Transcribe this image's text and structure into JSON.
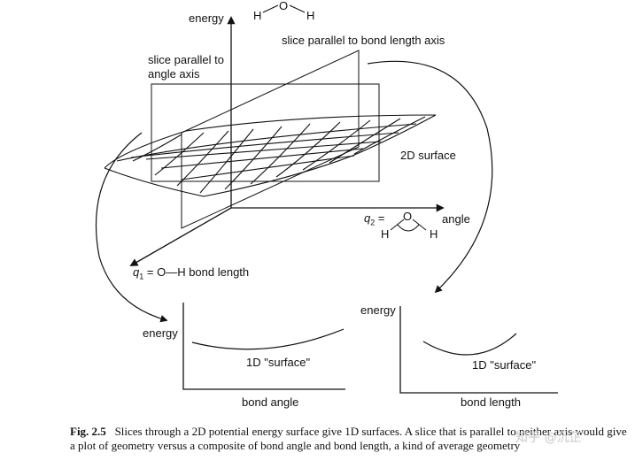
{
  "labels": {
    "energy_axis": "energy",
    "h2o_h1": "H",
    "h2o_o": "O",
    "h2o_h2": "H",
    "slice_bond_length": "slice parallel to bond length axis",
    "slice_angle_line1": "slice parallel to",
    "slice_angle_line2": "angle axis",
    "surface_2d": "2D surface",
    "q2_symbol": "q",
    "q2_sub": "2",
    "q2_eq": "=",
    "angle_word": "angle",
    "angle_o": "O",
    "angle_h1": "H",
    "angle_h2": "H",
    "q1_symbol": "q",
    "q1_sub": "1",
    "q1_text": "= O—H bond length",
    "energy_left": "energy",
    "surface_1d_left": "1D \"surface\"",
    "bond_angle": "bond angle",
    "energy_right": "energy",
    "surface_1d_right": "1D \"surface\"",
    "bond_length": "bond length"
  },
  "caption": {
    "figure_label": "Fig. 2.5",
    "text": "Slices through a 2D potential energy surface give 1D surfaces. A slice that is parallel to neither axis would give a plot of geometry versus a composite of bond angle and bond length, a kind of average geometry"
  },
  "watermark": "知乎 @沉芷"
}
